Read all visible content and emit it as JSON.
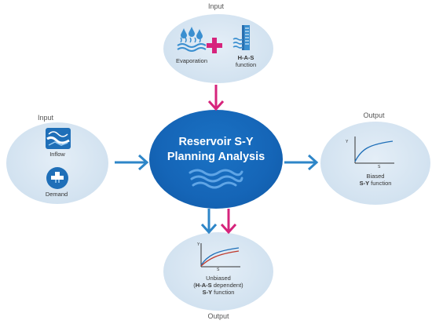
{
  "center": {
    "title_line1": "Reservoir S-Y",
    "title_line2": "Planning Analysis"
  },
  "top_input": {
    "section_label": "Input",
    "evaporation_label": "Evaporation",
    "has_label_line1": "H-A-S",
    "has_label_line2": "function"
  },
  "left_input": {
    "section_label": "Input",
    "inflow_label": "Inflow",
    "demand_label": "Demand"
  },
  "right_output": {
    "section_label": "Output",
    "label_line1": "Biased",
    "label_line2_bold": "S-Y",
    "label_line2_rest": " function",
    "axis_s": "S",
    "axis_y": "Y"
  },
  "bottom_output": {
    "section_label": "Output",
    "label_line1": "Unbiased",
    "label_line2_open": "(",
    "label_line2_bold": "H-A-S",
    "label_line2_rest": " dependent)",
    "label_line3_bold": "S-Y",
    "label_line3_rest": " function",
    "axis_s": "S",
    "axis_y": "Y"
  },
  "colors": {
    "center_fill": "#1565b7",
    "ellipse_fill": "#d2e2f0",
    "blue_arrow": "#2e86c8",
    "pink_arrow": "#d6247c",
    "icon_blue": "#3a8fd0"
  }
}
